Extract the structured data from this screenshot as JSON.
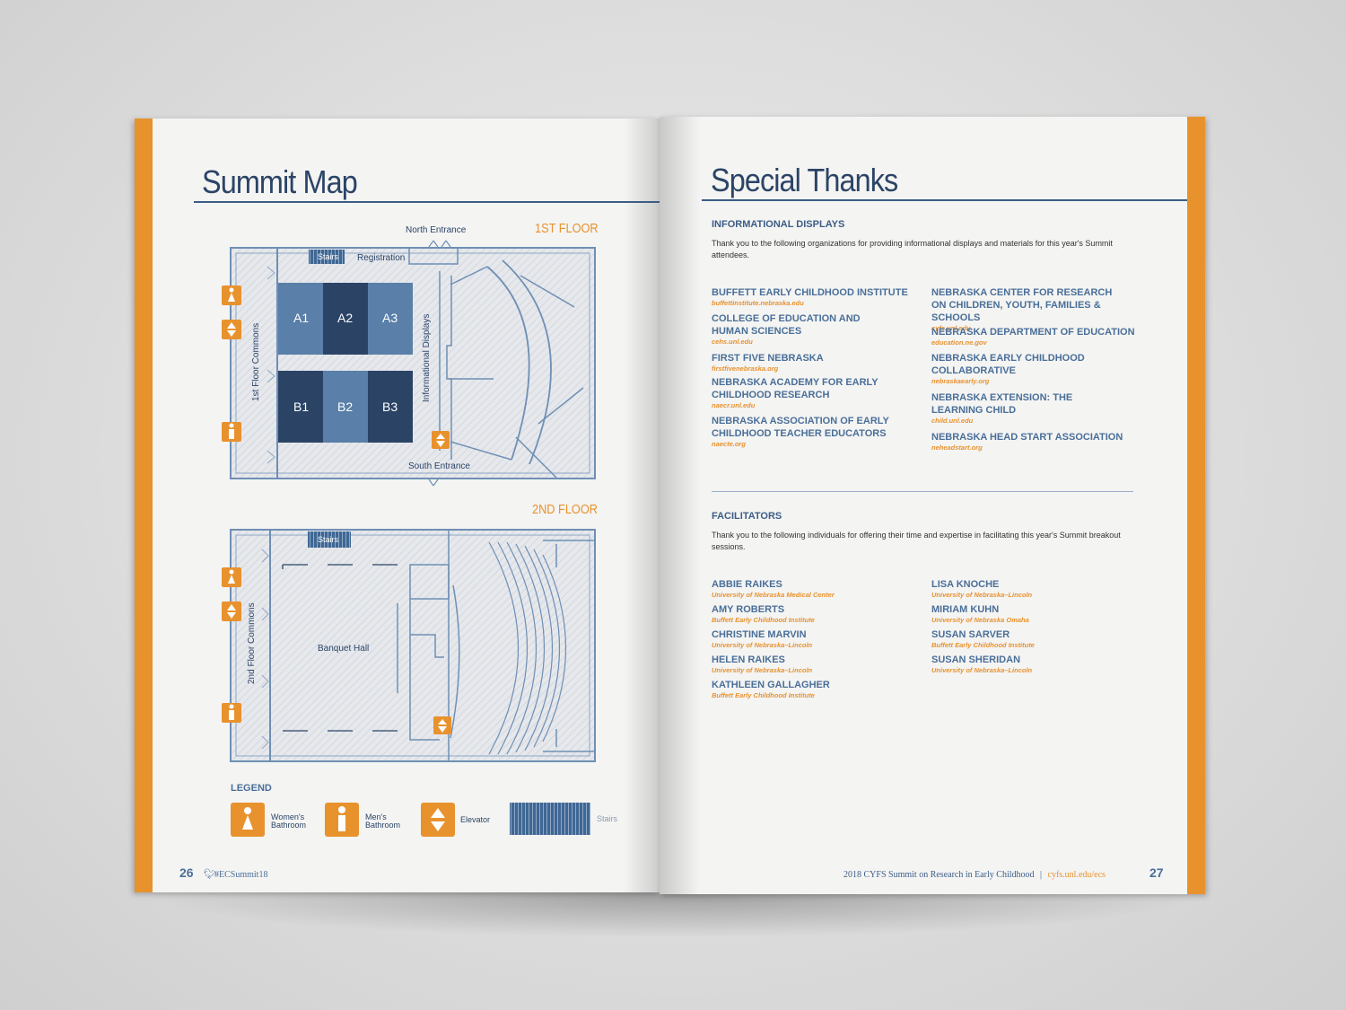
{
  "left_page": {
    "title": "Summit Map",
    "floor1": {
      "label": "1ST FLOOR",
      "north_entrance": "North Entrance",
      "south_entrance": "South Entrance",
      "stairs": "Stairs",
      "registration": "Registration",
      "commons": "1st Floor Commons",
      "displays": "Informational Displays",
      "rooms": [
        "A1",
        "A2",
        "A3",
        "B1",
        "B2",
        "B3"
      ]
    },
    "floor2": {
      "label": "2ND FLOOR",
      "stairs": "Stairs",
      "commons": "2nd Floor Commons",
      "hall": "Banquet Hall"
    },
    "legend": {
      "title": "LEGEND",
      "womens_line1": "Women's",
      "womens_line2": "Bathroom",
      "mens_line1": "Men's",
      "mens_line2": "Bathroom",
      "elevator": "Elevator",
      "stairs": "Stairs"
    },
    "page_number": "26",
    "hashtag": "#ECSummit18"
  },
  "right_page": {
    "title": "Special Thanks",
    "informational": {
      "heading": "INFORMATIONAL DISPLAYS",
      "intro": "Thank you to the following organizations for providing informational displays and materials for this year's Summit attendees.",
      "col1": [
        {
          "name": "BUFFETT EARLY CHILDHOOD INSTITUTE",
          "url": "buffettinstitute.nebraska.edu"
        },
        {
          "name": "COLLEGE OF EDUCATION AND HUMAN SCIENCES",
          "url": "cehs.unl.edu"
        },
        {
          "name": "FIRST FIVE NEBRASKA",
          "url": "firstfivenebraska.org"
        },
        {
          "name": "NEBRASKA ACADEMY FOR EARLY CHILDHOOD RESEARCH",
          "url": "naecr.unl.edu"
        },
        {
          "name": "NEBRASKA ASSOCIATION OF EARLY CHILDHOOD TEACHER EDUCATORS",
          "url": "naecte.org"
        }
      ],
      "col2": [
        {
          "name": "NEBRASKA CENTER FOR RESEARCH ON CHILDREN, YOUTH, FAMILIES & SCHOOLS",
          "url": "cyfs.unl.edu"
        },
        {
          "name": "NEBRASKA DEPARTMENT OF EDUCATION",
          "url": "education.ne.gov"
        },
        {
          "name": "NEBRASKA EARLY CHILDHOOD COLLABORATIVE",
          "url": "nebraskaearly.org"
        },
        {
          "name": "NEBRASKA EXTENSION: THE LEARNING CHILD",
          "url": "child.unl.edu"
        },
        {
          "name": "NEBRASKA HEAD START ASSOCIATION",
          "url": "neheadstart.org"
        }
      ]
    },
    "facilitators": {
      "heading": "FACILITATORS",
      "intro": "Thank you to the following individuals for offering their time and expertise in facilitating this year's Summit breakout sessions.",
      "col1": [
        {
          "name": "ABBIE RAIKES",
          "org": "University of Nebraska Medical Center"
        },
        {
          "name": "AMY ROBERTS",
          "org": "Buffett Early Childhood Institute"
        },
        {
          "name": "CHRISTINE MARVIN",
          "org": "University of Nebraska–Lincoln"
        },
        {
          "name": "HELEN RAIKES",
          "org": "University of Nebraska–Lincoln"
        },
        {
          "name": "KATHLEEN GALLAGHER",
          "org": "Buffett Early Childhood Institute"
        }
      ],
      "col2": [
        {
          "name": "LISA KNOCHE",
          "org": "University of Nebraska–Lincoln"
        },
        {
          "name": "MIRIAM KUHN",
          "org": "University of Nebraska Omaha"
        },
        {
          "name": "SUSAN SARVER",
          "org": "Buffett Early Childhood Institute"
        },
        {
          "name": "SUSAN SHERIDAN",
          "org": "University of Nebraska–Lincoln"
        }
      ]
    },
    "footer_text": "2018 CYFS Summit on Research in Early Childhood",
    "footer_sep": "|",
    "footer_url": "cyfs.unl.edu/ecs",
    "page_number": "27"
  },
  "colors": {
    "accent": "#e8922e",
    "navy": "#2b4466",
    "blue": "#4a6f98",
    "room_dark": "#2b4466",
    "room_light": "#5a7fa8"
  }
}
